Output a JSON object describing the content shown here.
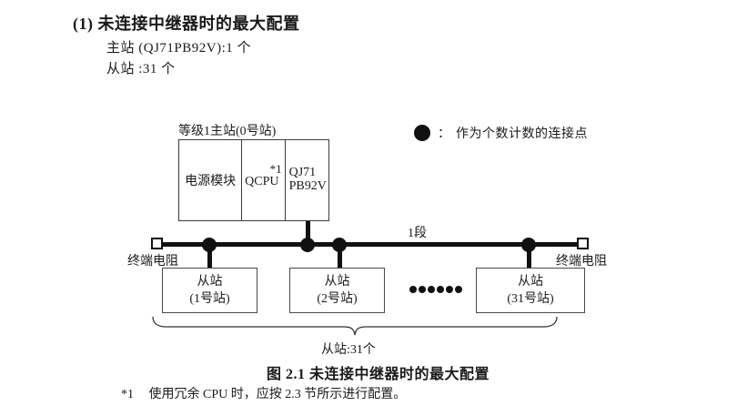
{
  "page": {
    "heading": "(1) 未连接中继器时的最大配置",
    "master_count_line": "主站 (QJ71PB92V):1 个",
    "slave_count_line": "从站 :31 个"
  },
  "diagram": {
    "master_label": "等级1主站(0号站)",
    "master_modules": {
      "power": "电源模块",
      "cpu": "QCPU",
      "cpu_note": "*1",
      "interface": "QJ71\nPB92V"
    },
    "legend": {
      "dot_icon": "connection-point-dot",
      "colon": "：",
      "text": "作为个数计数的连接点"
    },
    "segment_label": "1段",
    "terminator_left_label": "终端电阻",
    "terminator_right_label": "终端电阻",
    "slaves": [
      {
        "line1": "从站",
        "line2": "(1号站)"
      },
      {
        "line1": "从站",
        "line2": "(2号站)"
      },
      {
        "line1": "从站",
        "line2": "(31号站)"
      }
    ],
    "ellipsis_dots": 6,
    "brace_label": "从站:31个",
    "colors": {
      "line": "#111111",
      "background": "#ffffff"
    }
  },
  "caption": "图 2.1 未连接中继器时的最大配置",
  "footnote": {
    "marker": "*1",
    "text": "使用冗余 CPU 时，应按 2.3 节所示进行配置。"
  }
}
